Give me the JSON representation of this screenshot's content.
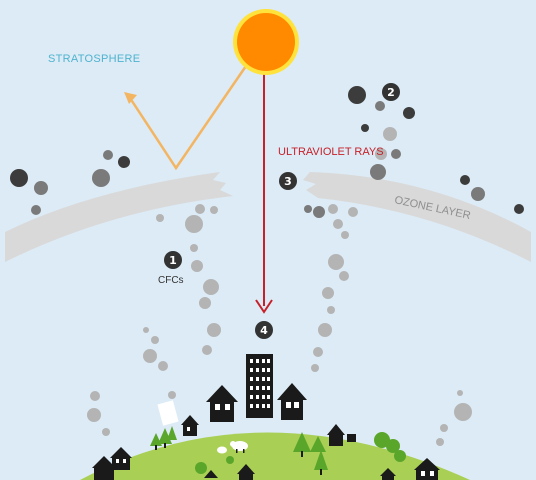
{
  "colors": {
    "sky": "#dcebf5",
    "sun": "#ff8a00",
    "sun_ring": "#ffe23b",
    "reflected_ray": "#f3b562",
    "uv_ray": "#c8202a",
    "ozone_band": "#d9d9d9",
    "ground": "#a9cf54",
    "buildings": "#1a1a1a",
    "trees": "#5aa62b",
    "particles": [
      "#3c3c3c",
      "#7a7a7a",
      "#b4b4b4"
    ]
  },
  "labels": {
    "stratosphere": "STRATOSPHERE",
    "ultraviolet_rays": "ULTRAVIOLET RAYS",
    "ozone_layer": "OZONE LAYER",
    "cfcs": "CFCs"
  },
  "markers": [
    "1",
    "2",
    "3",
    "4"
  ],
  "icons": [
    "sun-icon",
    "building-icon",
    "house-icon",
    "tree-icon",
    "sheep-icon"
  ]
}
